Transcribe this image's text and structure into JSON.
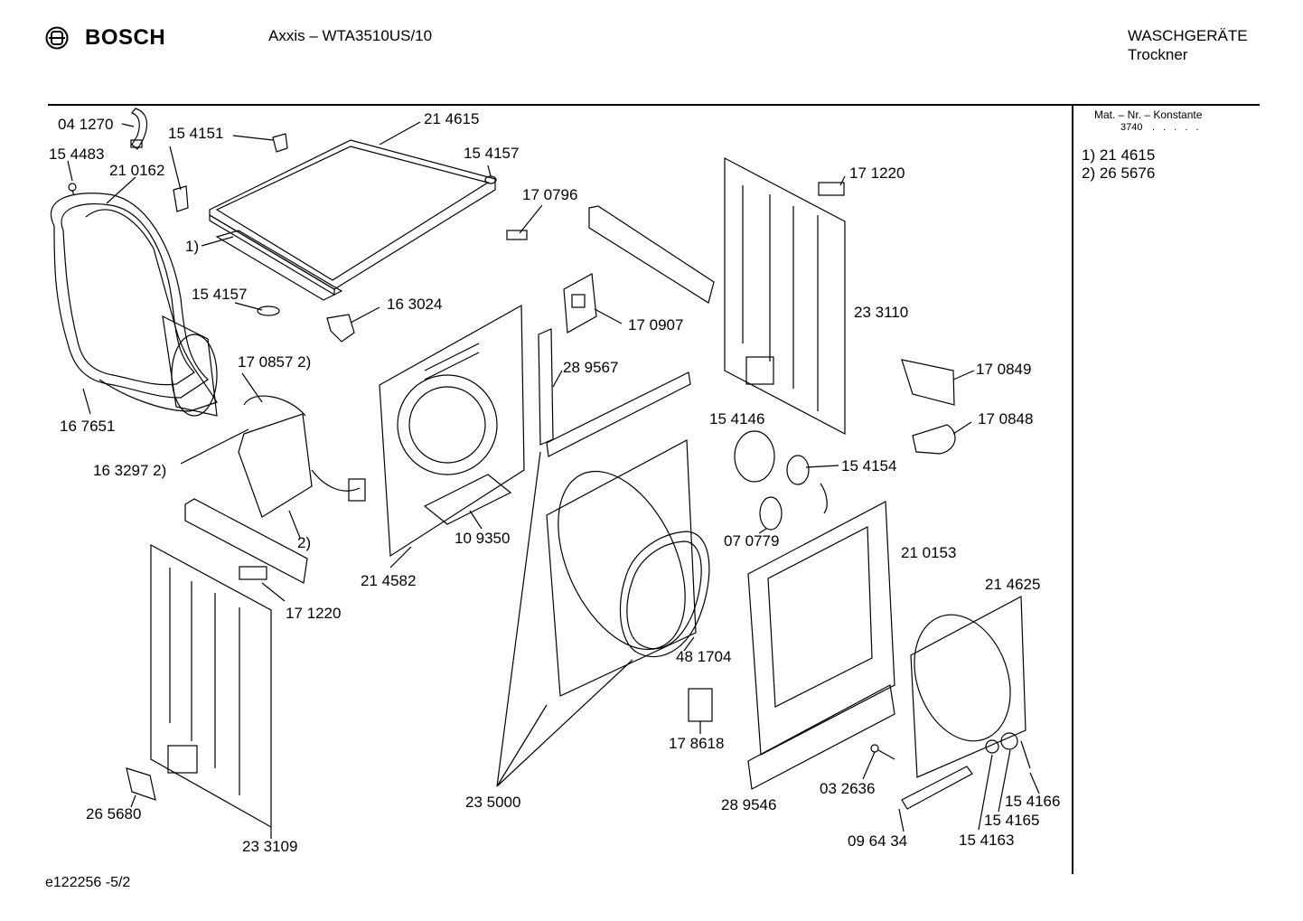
{
  "header": {
    "brand": "BOSCH",
    "model": "Axxis – WTA3510US/10",
    "category_line1": "WASCHGERÄTE",
    "category_line2": "Trockner"
  },
  "sidebar": {
    "title": "Mat. – Nr. – Konstante",
    "constant": "3740",
    "dots": ". . . . .",
    "footnotes": [
      "1) 21 4615",
      "2) 26 5676"
    ]
  },
  "footer": {
    "drawing_id": "e122256 -5/2"
  },
  "parts": [
    {
      "key": "p041270",
      "label": "04 1270"
    },
    {
      "key": "p154483",
      "label": "15 4483"
    },
    {
      "key": "p154151",
      "label": "15 4151"
    },
    {
      "key": "p210162",
      "label": "21 0162"
    },
    {
      "key": "p214615",
      "label": "21 4615"
    },
    {
      "key": "p154157a",
      "label": "15 4157"
    },
    {
      "key": "p170796",
      "label": "17 0796"
    },
    {
      "key": "fn1",
      "label": "1)"
    },
    {
      "key": "p154157b",
      "label": "15 4157"
    },
    {
      "key": "p163024",
      "label": "16 3024"
    },
    {
      "key": "p170907",
      "label": "17 0907"
    },
    {
      "key": "p171220a",
      "label": "17 1220"
    },
    {
      "key": "p233110",
      "label": "23 3110"
    },
    {
      "key": "p1708572",
      "label": "17 0857 2)"
    },
    {
      "key": "p289567",
      "label": "28 9567"
    },
    {
      "key": "p170849",
      "label": "17 0849"
    },
    {
      "key": "p167651",
      "label": "16 7651"
    },
    {
      "key": "p154146",
      "label": "15 4146"
    },
    {
      "key": "p170848",
      "label": "17 0848"
    },
    {
      "key": "p1632972",
      "label": "16 3297 2)"
    },
    {
      "key": "p154154",
      "label": "15 4154"
    },
    {
      "key": "p109350",
      "label": "10 9350"
    },
    {
      "key": "fn2",
      "label": "2)"
    },
    {
      "key": "p070779",
      "label": "07 0779"
    },
    {
      "key": "p210153",
      "label": "21 0153"
    },
    {
      "key": "p214582",
      "label": "21 4582"
    },
    {
      "key": "p214625",
      "label": "21 4625"
    },
    {
      "key": "p171220b",
      "label": "17 1220"
    },
    {
      "key": "p481704",
      "label": "48 1704"
    },
    {
      "key": "p178618",
      "label": "17 8618"
    },
    {
      "key": "p032636",
      "label": "03 2636"
    },
    {
      "key": "p265680",
      "label": "26 5680"
    },
    {
      "key": "p235000",
      "label": "23 5000"
    },
    {
      "key": "p289546",
      "label": "28 9546"
    },
    {
      "key": "p154166",
      "label": "15 4166"
    },
    {
      "key": "p154165",
      "label": "15 4165"
    },
    {
      "key": "p233109",
      "label": "23 3109"
    },
    {
      "key": "p096434",
      "label": "09 64 34"
    },
    {
      "key": "p154163",
      "label": "15 4163"
    }
  ]
}
